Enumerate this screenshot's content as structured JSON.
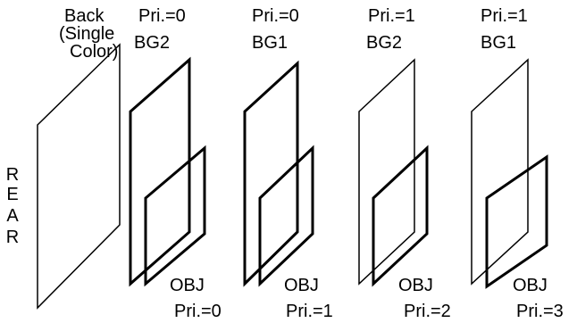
{
  "back_layer": {
    "line1": "Back",
    "line2": "(Single",
    "line3": "Color)"
  },
  "rear": [
    "R",
    "E",
    "A",
    "R"
  ],
  "groups": [
    {
      "bg_priority": "Pri.=0",
      "bg_name": "BG2",
      "obj_name": "OBJ",
      "obj_priority": "Pri.=0"
    },
    {
      "bg_priority": "Pri.=0",
      "bg_name": "BG1",
      "obj_name": "OBJ",
      "obj_priority": "Pri.=1"
    },
    {
      "bg_priority": "Pri.=1",
      "bg_name": "BG2",
      "obj_name": "OBJ",
      "obj_priority": "Pri.=2"
    },
    {
      "bg_priority": "Pri.=1",
      "bg_name": "BG1",
      "obj_name": "OBJ",
      "obj_priority": "Pri.=3"
    }
  ],
  "colors": {
    "line": "#000000",
    "background": "#ffffff"
  }
}
